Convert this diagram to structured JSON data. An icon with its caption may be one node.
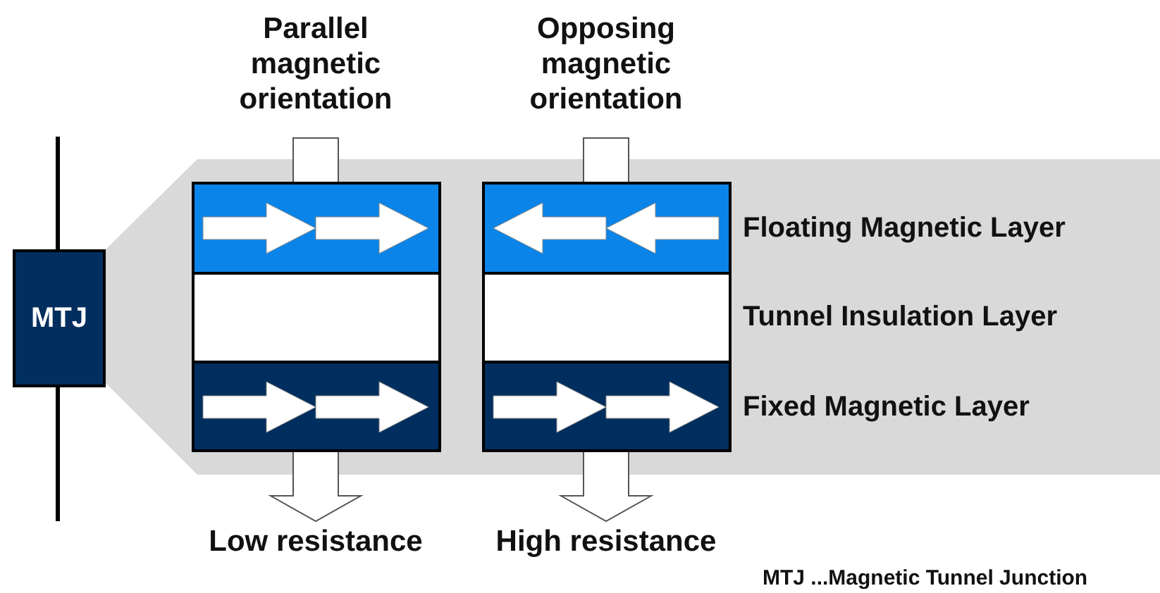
{
  "diagram": {
    "nodes": [
      {
        "text": [
          "MTJ"
        ]
      }
    ],
    "labels": [
      "Parallel magnetic orientation",
      "Opposing magnetic orientation",
      "Floating Magnetic Layer",
      "Tunnel Insulation Layer",
      "Fixed Magnetic Layer",
      "Low resistance",
      "High resistance",
      "MTJ ...Magnetic Tunnel Junction"
    ]
  }
}
